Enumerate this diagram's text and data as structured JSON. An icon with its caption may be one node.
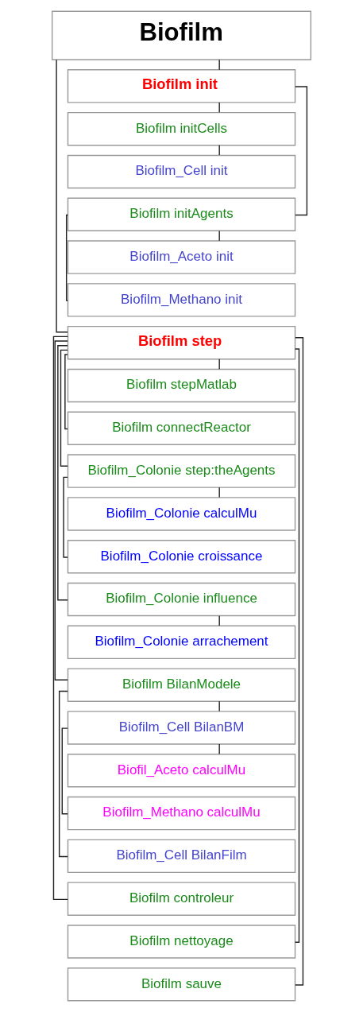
{
  "diagram": {
    "nodes": [
      {
        "text": [
          "Biofilm"
        ]
      },
      {
        "text": [
          "Biofilm init"
        ]
      },
      {
        "text": [
          "Biofilm initCells"
        ]
      },
      {
        "text": [
          "Biofilm_Cell init"
        ]
      },
      {
        "text": [
          "Biofilm initAgents"
        ]
      },
      {
        "text": [
          "Biofilm_Aceto init"
        ]
      },
      {
        "text": [
          "Biofilm_Methano init"
        ]
      },
      {
        "text": [
          "Biofilm step"
        ]
      },
      {
        "text": [
          "Biofilm stepMatlab"
        ]
      },
      {
        "text": [
          "Biofilm connectReactor"
        ]
      },
      {
        "text": [
          "Biofilm_Colonie step:theAgents"
        ]
      },
      {
        "text": [
          "Biofilm_Colonie calculMu"
        ]
      },
      {
        "text": [
          "Biofilm_Colonie croissance"
        ]
      },
      {
        "text": [
          "Biofilm_Colonie influence"
        ]
      },
      {
        "text": [
          "Biofilm_Colonie arrachement"
        ]
      },
      {
        "text": [
          "Biofilm BilanModele"
        ]
      },
      {
        "text": [
          "Biofilm_Cell BilanBM"
        ]
      },
      {
        "text": [
          "Biofil_Aceto calculMu"
        ]
      },
      {
        "text": [
          "Biofilm_Methano calculMu"
        ]
      },
      {
        "text": [
          "Biofilm_Cell BilanFilm"
        ]
      },
      {
        "text": [
          "Biofilm controleur"
        ]
      },
      {
        "text": [
          "Biofilm nettoyage"
        ]
      },
      {
        "text": [
          "Biofilm sauve"
        ]
      }
    ],
    "edges": [
      {
        "from": 0,
        "to": 1,
        "arrow": "none"
      },
      {
        "from": 1,
        "to": 2,
        "arrow": "none"
      },
      {
        "from": 2,
        "to": 3,
        "arrow": "none"
      },
      {
        "from": 1,
        "to": 4,
        "arrow": "none"
      },
      {
        "from": 4,
        "to": 5,
        "arrow": "none"
      },
      {
        "from": 4,
        "to": 6,
        "arrow": "none"
      },
      {
        "from": 0,
        "to": 7,
        "arrow": "none"
      },
      {
        "from": 7,
        "to": 8,
        "arrow": "none"
      },
      {
        "from": 7,
        "to": 9,
        "arrow": "none"
      },
      {
        "from": 7,
        "to": 10,
        "arrow": "none"
      },
      {
        "from": 10,
        "to": 11,
        "arrow": "none"
      },
      {
        "from": 10,
        "to": 12,
        "arrow": "none"
      },
      {
        "from": 7,
        "to": 13,
        "arrow": "none"
      },
      {
        "from": 13,
        "to": 14,
        "arrow": "none"
      },
      {
        "from": 7,
        "to": 15,
        "arrow": "none"
      },
      {
        "from": 15,
        "to": 16,
        "arrow": "none"
      },
      {
        "from": 16,
        "to": 17,
        "arrow": "none"
      },
      {
        "from": 16,
        "to": 18,
        "arrow": "none"
      },
      {
        "from": 15,
        "to": 19,
        "arrow": "none"
      },
      {
        "from": 7,
        "to": 20,
        "arrow": "none"
      },
      {
        "from": 7,
        "to": 21,
        "arrow": "none"
      },
      {
        "from": 7,
        "to": 22,
        "arrow": "none"
      }
    ]
  }
}
